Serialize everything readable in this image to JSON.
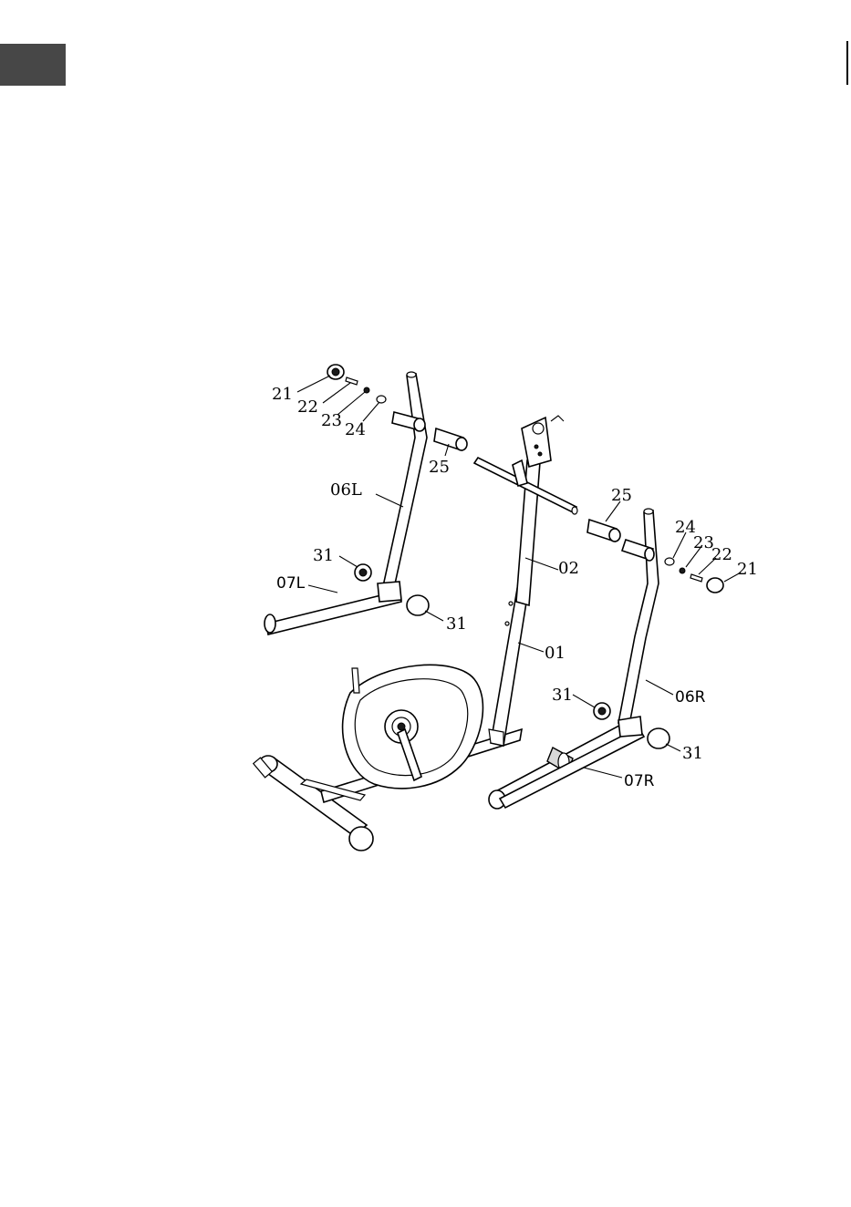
{
  "page": {
    "tab_color": "#474747"
  },
  "labels": {
    "l21_left": "21",
    "l22_left": "22",
    "l23_left": "23",
    "l24_left": "24",
    "l25_left": "25",
    "l06L": "06L",
    "l31_left_upper": "31",
    "l07L": "07L",
    "l31_left_lower": "31",
    "l02": "02",
    "l01": "01",
    "l25_right": "25",
    "l24_right": "24",
    "l23_right": "23",
    "l22_right": "22",
    "l21_right": "21",
    "l31_right_upper": "31",
    "l06R": "06R",
    "l31_right_lower": "31",
    "l07R": "07R"
  }
}
